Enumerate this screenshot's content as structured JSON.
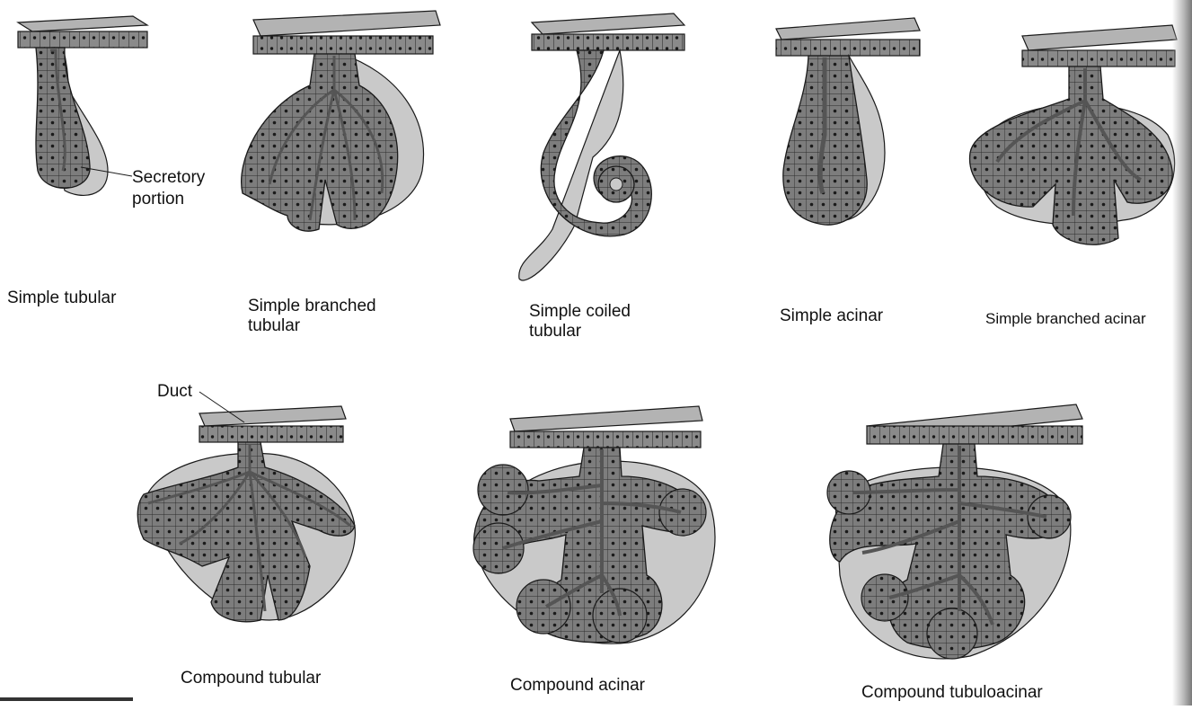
{
  "labels": {
    "secretory_portion_line1": "Secretory",
    "secretory_portion_line2": "portion",
    "duct": "Duct"
  },
  "glands": [
    {
      "name_line1": "Simple tubular",
      "name_line2": ""
    },
    {
      "name_line1": "Simple branched",
      "name_line2": "tubular"
    },
    {
      "name_line1": "Simple coiled",
      "name_line2": "tubular"
    },
    {
      "name_line1": "Simple acinar",
      "name_line2": ""
    },
    {
      "name_line1": "Simple branched acinar",
      "name_line2": ""
    },
    {
      "name_line1": "Compound tubular",
      "name_line2": ""
    },
    {
      "name_line1": "Compound acinar",
      "name_line2": ""
    },
    {
      "name_line1": "Compound tubuloacinar",
      "name_line2": ""
    }
  ],
  "colors": {
    "epithelium": "#7d7d7d",
    "connective": "#c9c9c9",
    "surface": "#b3b3b3",
    "outline": "#1a1a1a",
    "nuclei": "#222222"
  }
}
